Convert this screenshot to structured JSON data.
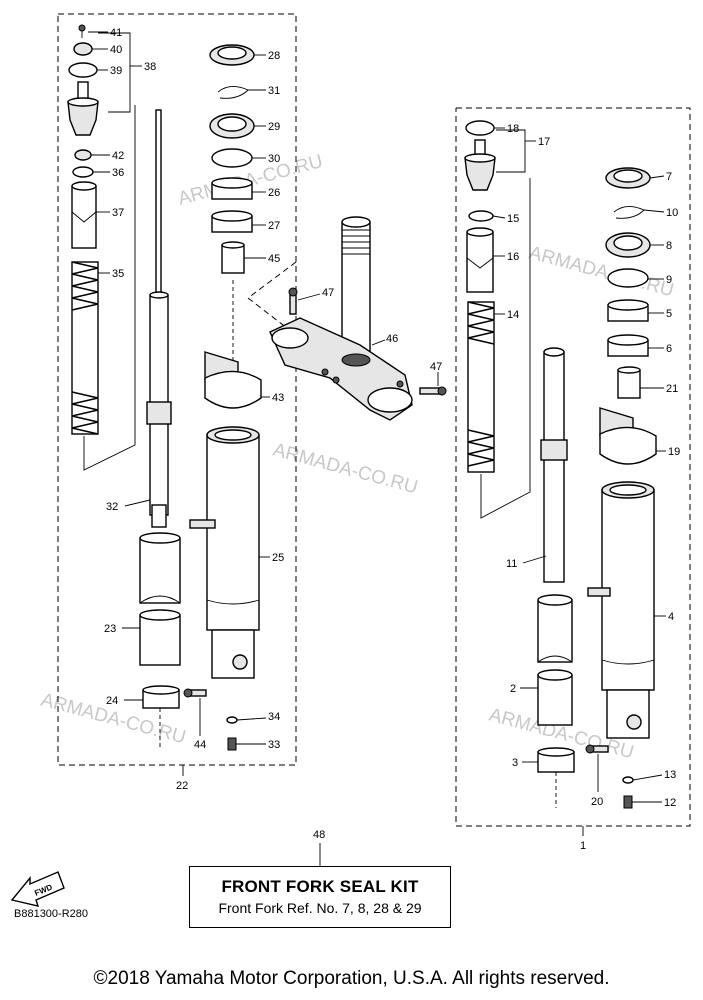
{
  "diagram": {
    "left_assembly_group": "22",
    "right_assembly_group": "1",
    "seal_kit_ref": "48",
    "sub_assembly_left": "38",
    "sub_assembly_right": "17",
    "part_labels": {
      "p41": "41",
      "p40": "40",
      "p39": "39",
      "p38": "38",
      "p42": "42",
      "p36": "36",
      "p37": "37",
      "p35": "35",
      "p32": "32",
      "p23": "23",
      "p24": "24",
      "p44": "44",
      "p22": "22",
      "p28": "28",
      "p31": "31",
      "p29": "29",
      "p30": "30",
      "p26": "26",
      "p27": "27",
      "p45": "45",
      "p43": "43",
      "p25": "25",
      "p34": "34",
      "p33": "33",
      "p47a": "47",
      "p46": "46",
      "p47b": "47",
      "p18": "18",
      "p17": "17",
      "p15": "15",
      "p16": "16",
      "p14": "14",
      "p11": "11",
      "p2": "2",
      "p3": "3",
      "p20": "20",
      "p1": "1",
      "p7": "7",
      "p10": "10",
      "p8": "8",
      "p9": "9",
      "p5": "5",
      "p6": "6",
      "p21": "21",
      "p19": "19",
      "p4": "4",
      "p13": "13",
      "p12": "12",
      "p48": "48"
    }
  },
  "watermark": "ARMADA-CO.RU",
  "fwd_label": "FWD",
  "diagram_code": "B881300-R280",
  "kit": {
    "title": "FRONT FORK SEAL KIT",
    "subtitle": "Front Fork Ref. No. 7, 8, 28 & 29"
  },
  "copyright": "©2018 Yamaha Motor Corporation, U.S.A. All rights reserved."
}
